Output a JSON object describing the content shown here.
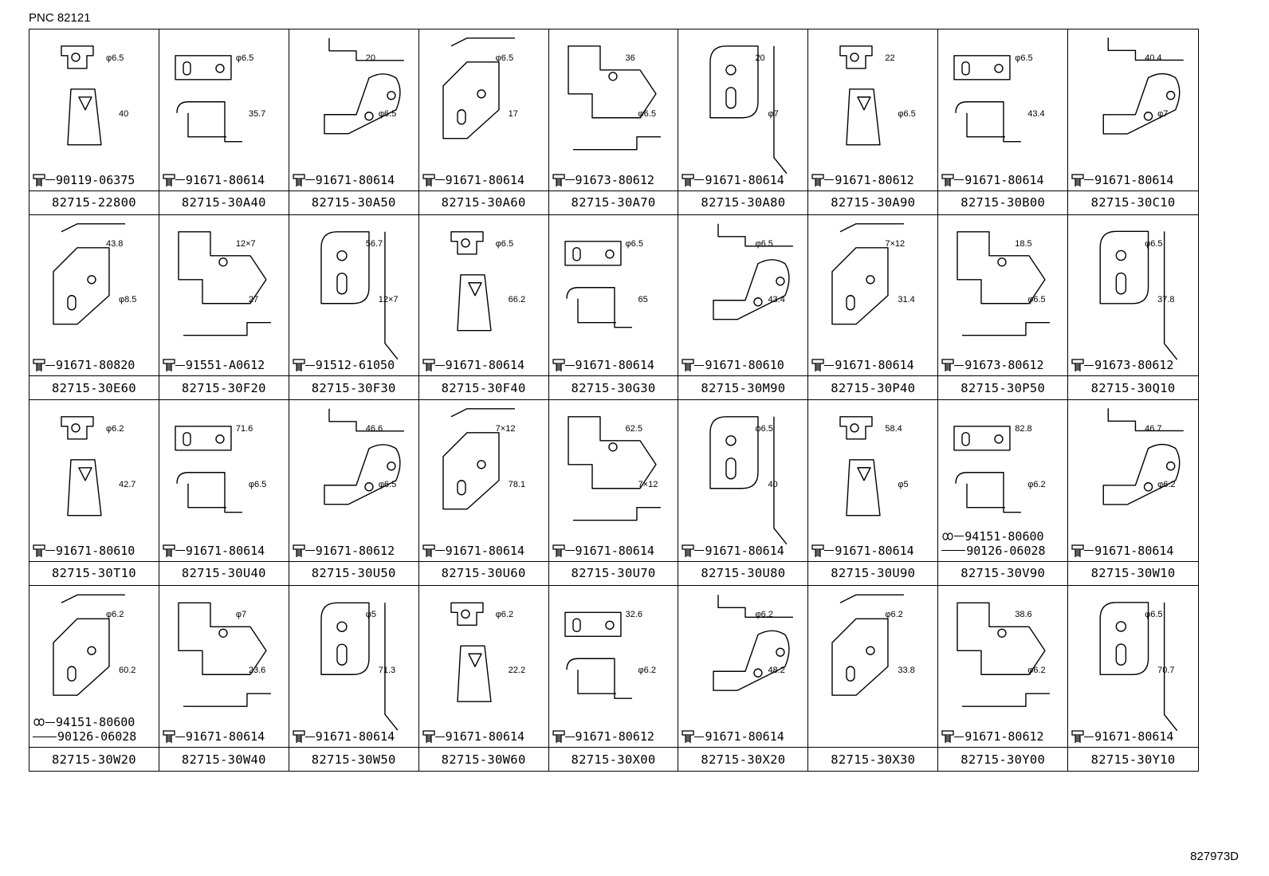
{
  "header": {
    "pnc": "PNC 82121"
  },
  "footer": {
    "illustration_ref": "827973D"
  },
  "cells": [
    {
      "part": "82715-22800",
      "bolts": [
        "90119-06375"
      ],
      "dims": [
        "φ6.5",
        "40"
      ]
    },
    {
      "part": "82715-30A40",
      "bolts": [
        "91671-80614"
      ],
      "dims": [
        "φ6.5",
        "35.7"
      ]
    },
    {
      "part": "82715-30A50",
      "bolts": [
        "91671-80614"
      ],
      "dims": [
        "20",
        "φ6.5"
      ]
    },
    {
      "part": "82715-30A60",
      "bolts": [
        "91671-80614"
      ],
      "dims": [
        "φ6.5",
        "17"
      ]
    },
    {
      "part": "82715-30A70",
      "bolts": [
        "91673-80612"
      ],
      "dims": [
        "36",
        "φ6.5"
      ]
    },
    {
      "part": "82715-30A80",
      "bolts": [
        "91671-80614"
      ],
      "dims": [
        "20",
        "φ7"
      ]
    },
    {
      "part": "82715-30A90",
      "bolts": [
        "91671-80612"
      ],
      "dims": [
        "22",
        "φ6.5"
      ]
    },
    {
      "part": "82715-30B00",
      "bolts": [
        "91671-80614"
      ],
      "dims": [
        "φ6.5",
        "43.4"
      ]
    },
    {
      "part": "82715-30C10",
      "bolts": [
        "91671-80614"
      ],
      "dims": [
        "40.4",
        "φ7"
      ]
    },
    {
      "part": "82715-30E60",
      "bolts": [
        "91671-80820"
      ],
      "dims": [
        "43.8",
        "φ8.5"
      ]
    },
    {
      "part": "82715-30F20",
      "bolts": [
        "91551-A0612"
      ],
      "dims": [
        "12×7",
        "27"
      ]
    },
    {
      "part": "82715-30F30",
      "bolts": [
        "91512-61050"
      ],
      "dims": [
        "56.7",
        "12×7"
      ]
    },
    {
      "part": "82715-30F40",
      "bolts": [
        "91671-80614"
      ],
      "dims": [
        "φ6.5",
        "66.2"
      ]
    },
    {
      "part": "82715-30G30",
      "bolts": [
        "91671-80614"
      ],
      "dims": [
        "φ6.5",
        "65"
      ]
    },
    {
      "part": "82715-30M90",
      "bolts": [
        "91671-80610"
      ],
      "dims": [
        "φ6.5",
        "43.4"
      ]
    },
    {
      "part": "82715-30P40",
      "bolts": [
        "91671-80614"
      ],
      "dims": [
        "7×12",
        "31.4"
      ]
    },
    {
      "part": "82715-30P50",
      "bolts": [
        "91673-80612"
      ],
      "dims": [
        "18.5",
        "φ6.5"
      ]
    },
    {
      "part": "82715-30Q10",
      "bolts": [
        "91673-80612"
      ],
      "dims": [
        "φ6.5",
        "37.8"
      ]
    },
    {
      "part": "82715-30T10",
      "bolts": [
        "91671-80610"
      ],
      "dims": [
        "φ6.2",
        "42.7"
      ]
    },
    {
      "part": "82715-30U40",
      "bolts": [
        "91671-80614"
      ],
      "dims": [
        "71.6",
        "φ6.5"
      ]
    },
    {
      "part": "82715-30U50",
      "bolts": [
        "91671-80612"
      ],
      "dims": [
        "46.6",
        "φ6.5"
      ]
    },
    {
      "part": "82715-30U60",
      "bolts": [
        "91671-80614"
      ],
      "dims": [
        "7×12",
        "78.1"
      ]
    },
    {
      "part": "82715-30U70",
      "bolts": [
        "91671-80614"
      ],
      "dims": [
        "62.5",
        "7×12"
      ]
    },
    {
      "part": "82715-30U80",
      "bolts": [
        "91671-80614"
      ],
      "dims": [
        "φ6.5",
        "40"
      ]
    },
    {
      "part": "82715-30U90",
      "bolts": [
        "91671-80614"
      ],
      "dims": [
        "58.4",
        "φ5"
      ]
    },
    {
      "part": "82715-30V90",
      "bolts": [
        "94151-80600",
        "90126-06028"
      ],
      "dims": [
        "82.8",
        "φ6.2"
      ]
    },
    {
      "part": "82715-30W10",
      "bolts": [
        "91671-80614"
      ],
      "dims": [
        "46.7",
        "φ6.2"
      ]
    },
    {
      "part": "82715-30W20",
      "bolts": [
        "94151-80600",
        "90126-06028"
      ],
      "dims": [
        "φ6.2",
        "60.2"
      ]
    },
    {
      "part": "82715-30W40",
      "bolts": [
        "91671-80614"
      ],
      "dims": [
        "φ7",
        "23.6"
      ]
    },
    {
      "part": "82715-30W50",
      "bolts": [
        "91671-80614"
      ],
      "dims": [
        "φ5",
        "71.3"
      ]
    },
    {
      "part": "82715-30W60",
      "bolts": [
        "91671-80614"
      ],
      "dims": [
        "φ6.2",
        "22.2"
      ]
    },
    {
      "part": "82715-30X00",
      "bolts": [
        "91671-80612"
      ],
      "dims": [
        "32.6",
        "φ6.2"
      ]
    },
    {
      "part": "82715-30X20",
      "bolts": [
        "91671-80614"
      ],
      "dims": [
        "φ6.2",
        "48.2"
      ]
    },
    {
      "part": "82715-30X30",
      "bolts": [],
      "dims": [
        "φ6.2",
        "33.8"
      ]
    },
    {
      "part": "82715-30Y00",
      "bolts": [
        "91671-80612"
      ],
      "dims": [
        "38.6",
        "φ6.2"
      ]
    },
    {
      "part": "82715-30Y10",
      "bolts": [
        "91671-80614"
      ],
      "dims": [
        "φ6.5",
        "70.7"
      ]
    }
  ]
}
